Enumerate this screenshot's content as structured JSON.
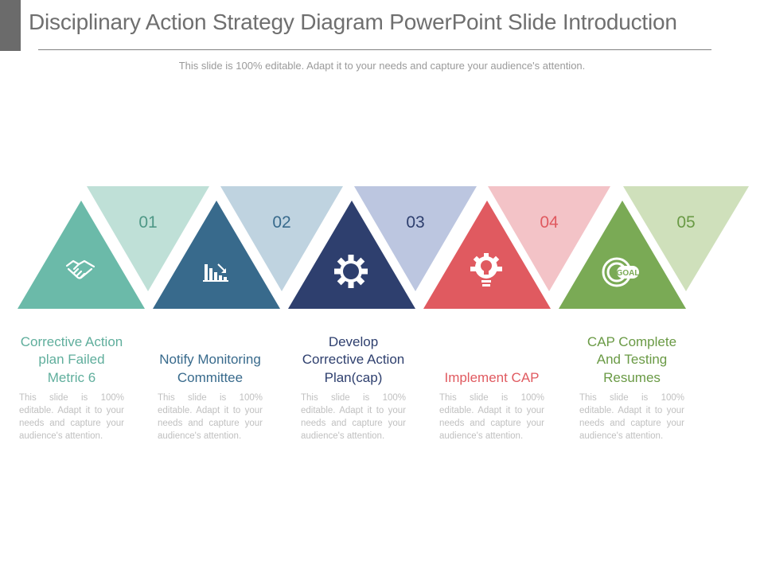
{
  "header": {
    "title": "Disciplinary Action Strategy Diagram PowerPoint Slide Introduction",
    "subtitle": "This slide is 100% editable. Adapt it to your needs and capture your audience's attention."
  },
  "steps": [
    {
      "number": "01",
      "title": "Corrective Action plan Failed Metric 6",
      "description": "This slide is 100% editable. Adapt it to your needs and capture your audience's attention.",
      "icon": "handshake-icon",
      "color": "#6bbaa9",
      "light_color": "#bfe0d7"
    },
    {
      "number": "02",
      "title": "Notify Monitoring Committee",
      "description": "This slide is 100% editable. Adapt it to your needs and capture your audience's attention.",
      "icon": "bar-chart-icon",
      "color": "#386a8c",
      "light_color": "#bfd3e0"
    },
    {
      "number": "03",
      "title": "Develop Corrective Action Plan(cap)",
      "description": "This slide is 100% editable. Adapt it to your needs and capture your audience's attention.",
      "icon": "gear-icon",
      "color": "#2e3f6e",
      "light_color": "#bcc6e0"
    },
    {
      "number": "04",
      "title": "Implement CAP",
      "description": "This slide is 100% editable. Adapt it to your needs and capture your audience's attention.",
      "icon": "lightbulb-gear-icon",
      "color": "#e05a60",
      "light_color": "#f3c3c7"
    },
    {
      "number": "05",
      "title": "CAP Complete And Testing Resumes",
      "description": "This slide is 100% editable. Adapt it to your needs and capture your audience's attention.",
      "icon": "goal-target-icon",
      "icon_label": "GOAL",
      "color": "#7aaa55",
      "light_color": "#cfe0bb"
    }
  ]
}
